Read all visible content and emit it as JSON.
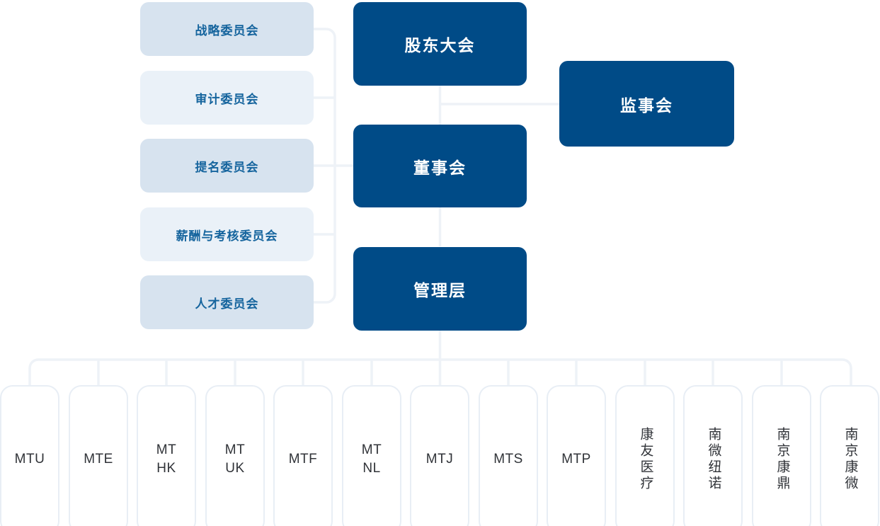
{
  "diagram": {
    "title": "Corporate Governance Structure Chart",
    "colors": {
      "primary": "#004B87",
      "committee_tone_a": "#d7e3ef",
      "committee_tone_b": "#eaf1f8",
      "committee_text": "#16659E",
      "connector": "#eef2f7",
      "subsidiary_border": "#e8eef5",
      "subsidiary_text": "#303338"
    }
  },
  "primary_nodes": [
    {
      "id": "shareholders",
      "label": "股东大会"
    },
    {
      "id": "supervisors",
      "label": "监事会"
    },
    {
      "id": "board",
      "label": "董事会"
    },
    {
      "id": "management",
      "label": "管理层"
    }
  ],
  "committees": [
    {
      "id": "strategy",
      "label": "战略委员会"
    },
    {
      "id": "audit",
      "label": "审计委员会"
    },
    {
      "id": "nomination",
      "label": "提名委员会"
    },
    {
      "id": "compensation",
      "label": "薪酬与考核委员会"
    },
    {
      "id": "talent",
      "label": "人才委员会"
    }
  ],
  "subsidiaries": [
    {
      "id": "mtu",
      "label": "MTU",
      "orientation": "horizontal"
    },
    {
      "id": "mte",
      "label": "MTE",
      "orientation": "horizontal"
    },
    {
      "id": "mthk",
      "label": "MT\nHK",
      "orientation": "horizontal"
    },
    {
      "id": "mtuk",
      "label": "MT\nUK",
      "orientation": "horizontal"
    },
    {
      "id": "mtf",
      "label": "MTF",
      "orientation": "horizontal"
    },
    {
      "id": "mtnl",
      "label": "MT\nNL",
      "orientation": "horizontal"
    },
    {
      "id": "mtj",
      "label": "MTJ",
      "orientation": "horizontal"
    },
    {
      "id": "mts",
      "label": "MTS",
      "orientation": "horizontal"
    },
    {
      "id": "mtp",
      "label": "MTP",
      "orientation": "horizontal"
    },
    {
      "id": "kangyou",
      "label": "康友医疗",
      "orientation": "vertical"
    },
    {
      "id": "nanwei",
      "label": "南微纽诺",
      "orientation": "vertical"
    },
    {
      "id": "kangding",
      "label": "南京康鼎",
      "orientation": "vertical"
    },
    {
      "id": "kangwei",
      "label": "南京康微",
      "orientation": "vertical"
    }
  ]
}
